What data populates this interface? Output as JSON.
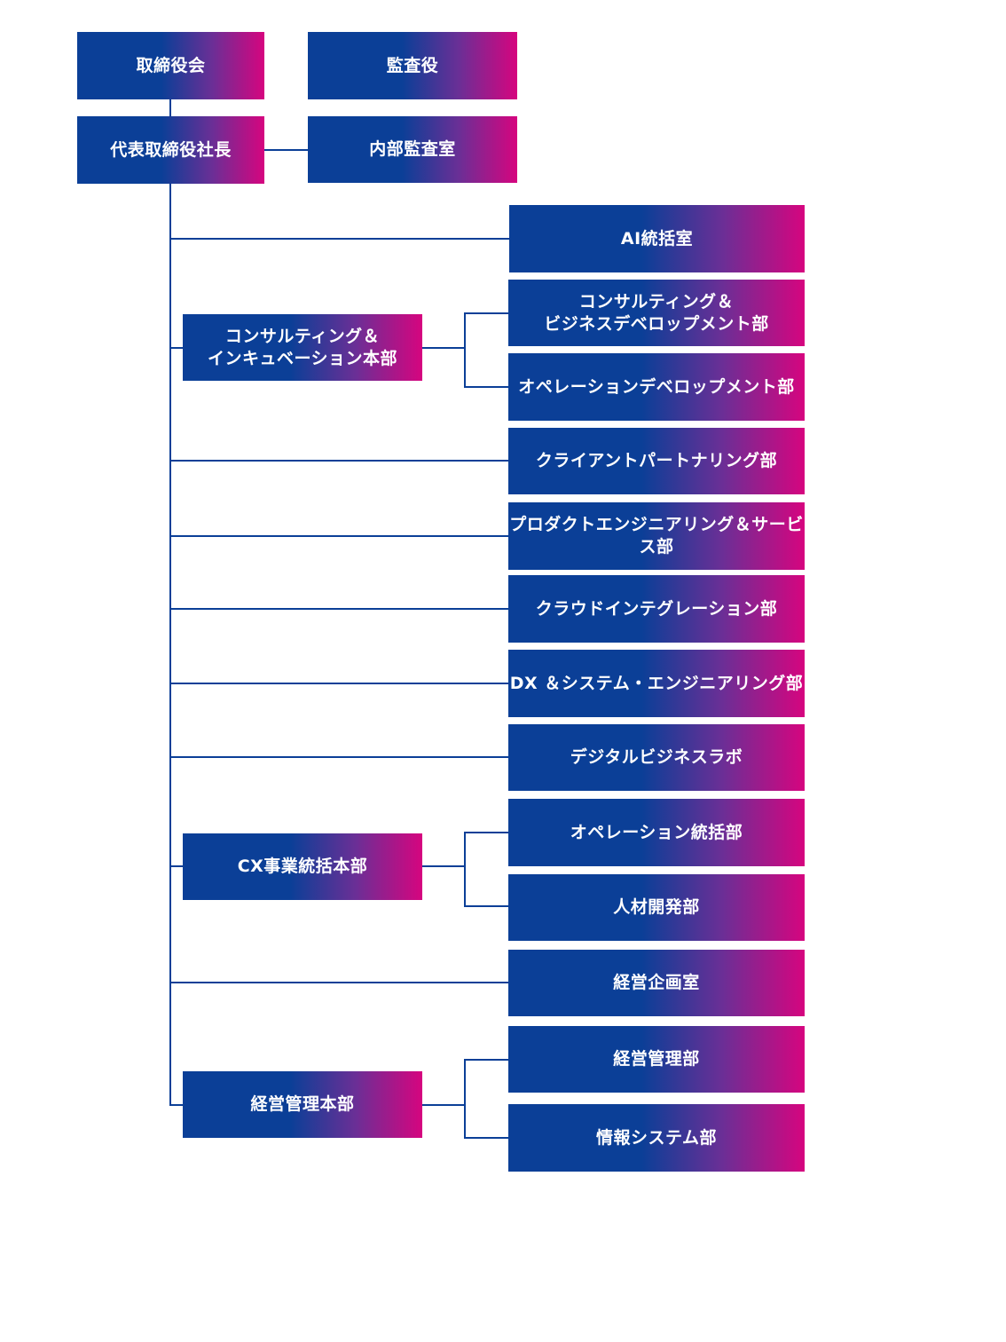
{
  "org_chart": {
    "board": "取締役会",
    "auditor": "監査役",
    "president": "代表取締役社長",
    "internal_audit": "内部監査室",
    "ai_office": "AI統括室",
    "consulting_hq": {
      "label": "コンサルティング＆\nインキュベーション本部",
      "departments": [
        "コンサルティング＆\nビジネスデベロップメント部",
        "オペレーションデベロップメント部"
      ]
    },
    "client_partnering": "クライアントパートナリング部",
    "product_engineering": "プロダクトエンジニアリング＆サービス部",
    "cloud_integration": "クラウドインテグレーション部",
    "dx_system": "DX ＆システム・エンジニアリング部",
    "digital_lab": "デジタルビジネスラボ",
    "cx_hq": {
      "label": "CX事業統括本部",
      "departments": [
        "オペレーション統括部",
        "人材開発部"
      ]
    },
    "corporate_planning": "経営企画室",
    "management_hq": {
      "label": "経営管理本部",
      "departments": [
        "経営管理部",
        "情報システム部"
      ]
    }
  },
  "colors": {
    "box_start": "#0b3f97",
    "box_end": "#d6057f",
    "connector": "#0b3f97",
    "text": "#ffffff"
  }
}
